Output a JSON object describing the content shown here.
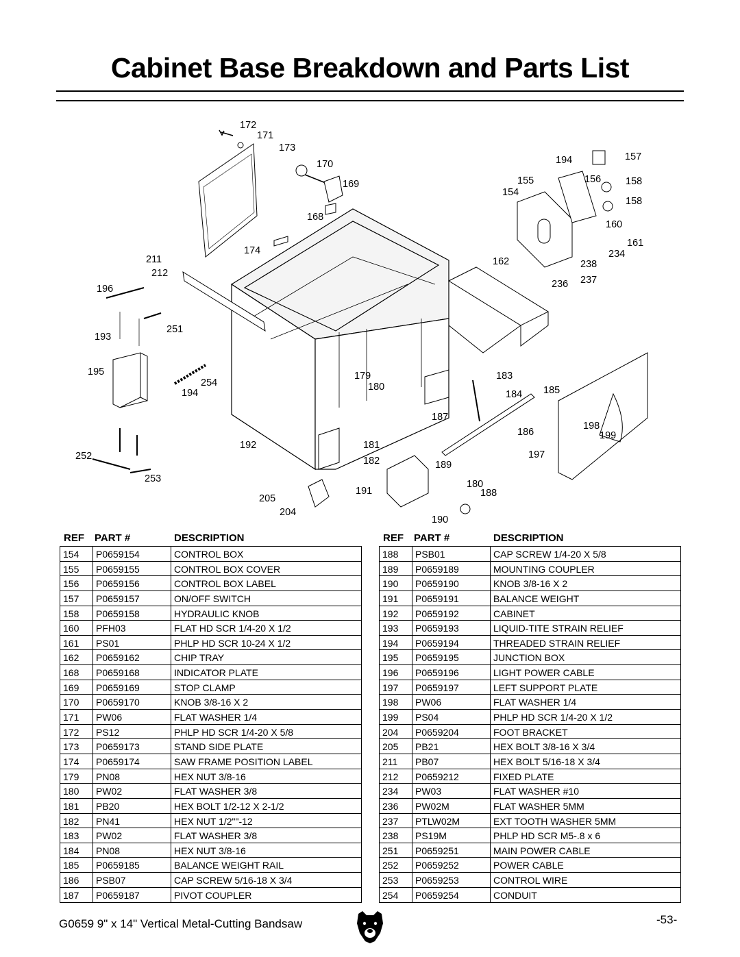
{
  "title": "Cabinet Base Breakdown and Parts List",
  "table_headers": {
    "ref": "REF",
    "part": "PART #",
    "description": "DESCRIPTION"
  },
  "left_table": [
    {
      "ref": "154",
      "part": "P0659154",
      "desc": "CONTROL BOX"
    },
    {
      "ref": "155",
      "part": "P0659155",
      "desc": "CONTROL BOX COVER"
    },
    {
      "ref": "156",
      "part": "P0659156",
      "desc": "CONTROL BOX LABEL"
    },
    {
      "ref": "157",
      "part": "P0659157",
      "desc": "ON/OFF SWITCH"
    },
    {
      "ref": "158",
      "part": "P0659158",
      "desc": "HYDRAULIC KNOB"
    },
    {
      "ref": "160",
      "part": "PFH03",
      "desc": "FLAT HD SCR 1/4-20 X 1/2"
    },
    {
      "ref": "161",
      "part": "PS01",
      "desc": "PHLP HD SCR 10-24 X 1/2"
    },
    {
      "ref": "162",
      "part": "P0659162",
      "desc": "CHIP TRAY"
    },
    {
      "ref": "168",
      "part": "P0659168",
      "desc": "INDICATOR PLATE"
    },
    {
      "ref": "169",
      "part": "P0659169",
      "desc": "STOP CLAMP"
    },
    {
      "ref": "170",
      "part": "P0659170",
      "desc": "KNOB 3/8-16 X 2"
    },
    {
      "ref": "171",
      "part": "PW06",
      "desc": "FLAT WASHER 1/4"
    },
    {
      "ref": "172",
      "part": "PS12",
      "desc": "PHLP HD SCR 1/4-20 X 5/8"
    },
    {
      "ref": "173",
      "part": "P0659173",
      "desc": "STAND SIDE PLATE"
    },
    {
      "ref": "174",
      "part": "P0659174",
      "desc": "SAW FRAME POSITION LABEL"
    },
    {
      "ref": "179",
      "part": "PN08",
      "desc": "HEX NUT 3/8-16"
    },
    {
      "ref": "180",
      "part": "PW02",
      "desc": "FLAT WASHER 3/8"
    },
    {
      "ref": "181",
      "part": "PB20",
      "desc": "HEX BOLT 1/2-12 X 2-1/2"
    },
    {
      "ref": "182",
      "part": "PN41",
      "desc": "HEX NUT 1/2\"\"-12"
    },
    {
      "ref": "183",
      "part": "PW02",
      "desc": "FLAT WASHER 3/8"
    },
    {
      "ref": "184",
      "part": "PN08",
      "desc": "HEX NUT 3/8-16"
    },
    {
      "ref": "185",
      "part": "P0659185",
      "desc": "BALANCE WEIGHT RAIL"
    },
    {
      "ref": "186",
      "part": "PSB07",
      "desc": "CAP SCREW 5/16-18 X 3/4"
    },
    {
      "ref": "187",
      "part": "P0659187",
      "desc": "PIVOT COUPLER"
    }
  ],
  "right_table": [
    {
      "ref": "188",
      "part": "PSB01",
      "desc": "CAP SCREW 1/4-20 X 5/8"
    },
    {
      "ref": "189",
      "part": "P0659189",
      "desc": "MOUNTING COUPLER"
    },
    {
      "ref": "190",
      "part": "P0659190",
      "desc": "KNOB 3/8-16 X 2"
    },
    {
      "ref": "191",
      "part": "P0659191",
      "desc": "BALANCE WEIGHT"
    },
    {
      "ref": "192",
      "part": "P0659192",
      "desc": "CABINET"
    },
    {
      "ref": "193",
      "part": "P0659193",
      "desc": "LIQUID-TITE STRAIN RELIEF"
    },
    {
      "ref": "194",
      "part": "P0659194",
      "desc": "THREADED STRAIN RELIEF"
    },
    {
      "ref": "195",
      "part": "P0659195",
      "desc": "JUNCTION BOX"
    },
    {
      "ref": "196",
      "part": "P0659196",
      "desc": "LIGHT  POWER  CABLE"
    },
    {
      "ref": "197",
      "part": "P0659197",
      "desc": "LEFT SUPPORT PLATE"
    },
    {
      "ref": "198",
      "part": "PW06",
      "desc": "FLAT WASHER 1/4"
    },
    {
      "ref": "199",
      "part": "PS04",
      "desc": "PHLP HD SCR 1/4-20 X 1/2"
    },
    {
      "ref": "204",
      "part": "P0659204",
      "desc": "FOOT BRACKET"
    },
    {
      "ref": "205",
      "part": "PB21",
      "desc": "HEX BOLT 3/8-16 X 3/4"
    },
    {
      "ref": "211",
      "part": "PB07",
      "desc": "HEX BOLT 5/16-18 X 3/4"
    },
    {
      "ref": "212",
      "part": "P0659212",
      "desc": "FIXED PLATE"
    },
    {
      "ref": "234",
      "part": "PW03",
      "desc": "FLAT WASHER #10"
    },
    {
      "ref": "236",
      "part": "PW02M",
      "desc": "FLAT WASHER 5MM"
    },
    {
      "ref": "237",
      "part": "PTLW02M",
      "desc": "EXT TOOTH WASHER 5MM"
    },
    {
      "ref": "238",
      "part": "PS19M",
      "desc": "PHLP HD SCR M5-.8 x 6"
    },
    {
      "ref": "251",
      "part": "P0659251",
      "desc": "MAIN POWER CABLE"
    },
    {
      "ref": "252",
      "part": "P0659252",
      "desc": "POWER CABLE"
    },
    {
      "ref": "253",
      "part": "P0659253",
      "desc": "CONTROL WIRE"
    },
    {
      "ref": "254",
      "part": "P0659254",
      "desc": "CONDUIT"
    }
  ],
  "diagram_labels": [
    {
      "id": "lbl-172",
      "text": "172"
    },
    {
      "id": "lbl-171",
      "text": "171"
    },
    {
      "id": "lbl-173",
      "text": "173"
    },
    {
      "id": "lbl-170",
      "text": "170"
    },
    {
      "id": "lbl-169",
      "text": "169"
    },
    {
      "id": "lbl-168",
      "text": "168"
    },
    {
      "id": "lbl-174",
      "text": "174"
    },
    {
      "id": "lbl-211",
      "text": "211"
    },
    {
      "id": "lbl-212",
      "text": "212"
    },
    {
      "id": "lbl-196",
      "text": "196"
    },
    {
      "id": "lbl-251",
      "text": "251"
    },
    {
      "id": "lbl-193",
      "text": "193"
    },
    {
      "id": "lbl-195",
      "text": "195"
    },
    {
      "id": "lbl-254",
      "text": "254"
    },
    {
      "id": "lbl-194a",
      "text": "194"
    },
    {
      "id": "lbl-252",
      "text": "252"
    },
    {
      "id": "lbl-253",
      "text": "253"
    },
    {
      "id": "lbl-192",
      "text": "192"
    },
    {
      "id": "lbl-205",
      "text": "205"
    },
    {
      "id": "lbl-204",
      "text": "204"
    },
    {
      "id": "lbl-179",
      "text": "179"
    },
    {
      "id": "lbl-180a",
      "text": "180"
    },
    {
      "id": "lbl-181",
      "text": "181"
    },
    {
      "id": "lbl-182",
      "text": "182"
    },
    {
      "id": "lbl-191",
      "text": "191"
    },
    {
      "id": "lbl-190",
      "text": "190"
    },
    {
      "id": "lbl-187",
      "text": "187"
    },
    {
      "id": "lbl-189",
      "text": "189"
    },
    {
      "id": "lbl-180b",
      "text": "180"
    },
    {
      "id": "lbl-188",
      "text": "188"
    },
    {
      "id": "lbl-183",
      "text": "183"
    },
    {
      "id": "lbl-184",
      "text": "184"
    },
    {
      "id": "lbl-185",
      "text": "185"
    },
    {
      "id": "lbl-186",
      "text": "186"
    },
    {
      "id": "lbl-197",
      "text": "197"
    },
    {
      "id": "lbl-198",
      "text": "198"
    },
    {
      "id": "lbl-199",
      "text": "199"
    },
    {
      "id": "lbl-162",
      "text": "162"
    },
    {
      "id": "lbl-236",
      "text": "236"
    },
    {
      "id": "lbl-237",
      "text": "237"
    },
    {
      "id": "lbl-238",
      "text": "238"
    },
    {
      "id": "lbl-234",
      "text": "234"
    },
    {
      "id": "lbl-161",
      "text": "161"
    },
    {
      "id": "lbl-160",
      "text": "160"
    },
    {
      "id": "lbl-158a",
      "text": "158"
    },
    {
      "id": "lbl-158b",
      "text": "158"
    },
    {
      "id": "lbl-157",
      "text": "157"
    },
    {
      "id": "lbl-156",
      "text": "156"
    },
    {
      "id": "lbl-194b",
      "text": "194"
    },
    {
      "id": "lbl-155",
      "text": "155"
    },
    {
      "id": "lbl-154",
      "text": "154"
    }
  ],
  "footer": {
    "model_text": "G0659  9\" x 14\" Vertical Metal-Cutting Bandsaw",
    "page_number": "-53-",
    "logo_icon": "bear-head-logo-icon"
  }
}
